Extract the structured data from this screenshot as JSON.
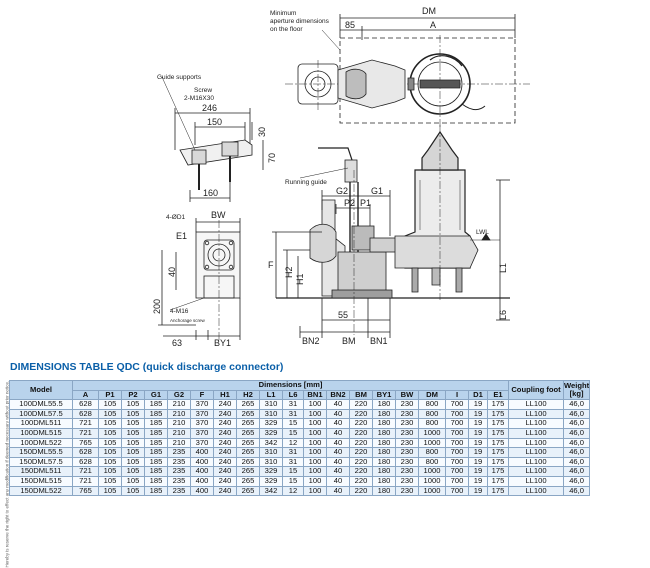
{
  "drawing": {
    "label_dm": "DM",
    "label_a": "A",
    "label_85": "85",
    "note_aperture": [
      "Minimum",
      "aperture dimensions",
      "on the floor"
    ],
    "note_guide_supports": "Guide supports",
    "note_screw": [
      "Screw",
      "2-M16X30"
    ],
    "label_246": "246",
    "label_150": "150",
    "label_30": "30",
    "label_70": "70",
    "label_160": "160",
    "note_running_guide": "Running guide",
    "label_g2": "G2",
    "label_g1": "G1",
    "label_p2": "P2",
    "label_p1": "P1",
    "label_bw": "BW",
    "label_4d1": "4-ØD1",
    "label_e1": "E1",
    "label_f": "F",
    "label_h2": "H2",
    "label_h1": "H1",
    "label_lwl": "LWL",
    "label_l1": "L1",
    "label_l6": "L6",
    "label_40": "40",
    "label_200": "200",
    "label_4m16": "4-M16",
    "note_anchorage": "Anchorage screw",
    "label_63": "63",
    "label_by1": "BY1",
    "label_55": "55",
    "label_bn2": "BN2",
    "label_bm": "BM",
    "label_bn1": "BN1"
  },
  "side_note": "Hereby is reserve the right to effect any modification if deemed necessary without prior notice.",
  "table_title": "DIMENSIONS TABLE QDC (quick discharge connector)",
  "table": {
    "col_model": "Model",
    "group_dimensions": "Dimensions [mm]",
    "col_coupling": "Coupling foot",
    "col_weight": "Weight [kg]",
    "dim_columns": [
      "A",
      "P1",
      "P2",
      "G1",
      "G2",
      "F",
      "H1",
      "H2",
      "L1",
      "L6",
      "BN1",
      "BN2",
      "BM",
      "BY1",
      "BW",
      "DM",
      "I",
      "D1",
      "E1"
    ],
    "rows": [
      [
        "100DML55.5",
        "628",
        "105",
        "105",
        "185",
        "210",
        "370",
        "240",
        "265",
        "310",
        "31",
        "100",
        "40",
        "220",
        "180",
        "230",
        "800",
        "700",
        "19",
        "175",
        "LL100",
        "46,0"
      ],
      [
        "100DML57.5",
        "628",
        "105",
        "105",
        "185",
        "210",
        "370",
        "240",
        "265",
        "310",
        "31",
        "100",
        "40",
        "220",
        "180",
        "230",
        "800",
        "700",
        "19",
        "175",
        "LL100",
        "46,0"
      ],
      [
        "100DML511",
        "721",
        "105",
        "105",
        "185",
        "210",
        "370",
        "240",
        "265",
        "329",
        "15",
        "100",
        "40",
        "220",
        "180",
        "230",
        "800",
        "700",
        "19",
        "175",
        "LL100",
        "46,0"
      ],
      [
        "100DML515",
        "721",
        "105",
        "105",
        "185",
        "210",
        "370",
        "240",
        "265",
        "329",
        "15",
        "100",
        "40",
        "220",
        "180",
        "230",
        "1000",
        "700",
        "19",
        "175",
        "LL100",
        "46,0"
      ],
      [
        "100DML522",
        "765",
        "105",
        "105",
        "185",
        "210",
        "370",
        "240",
        "265",
        "342",
        "12",
        "100",
        "40",
        "220",
        "180",
        "230",
        "1000",
        "700",
        "19",
        "175",
        "LL100",
        "46,0"
      ],
      [
        "150DML55.5",
        "628",
        "105",
        "105",
        "185",
        "235",
        "400",
        "240",
        "265",
        "310",
        "31",
        "100",
        "40",
        "220",
        "180",
        "230",
        "800",
        "700",
        "19",
        "175",
        "LL100",
        "46,0"
      ],
      [
        "150DML57.5",
        "628",
        "105",
        "105",
        "185",
        "235",
        "400",
        "240",
        "265",
        "310",
        "31",
        "100",
        "40",
        "220",
        "180",
        "230",
        "800",
        "700",
        "19",
        "175",
        "LL100",
        "46,0"
      ],
      [
        "150DML511",
        "721",
        "105",
        "105",
        "185",
        "235",
        "400",
        "240",
        "265",
        "329",
        "15",
        "100",
        "40",
        "220",
        "180",
        "230",
        "1000",
        "700",
        "19",
        "175",
        "LL100",
        "46,0"
      ],
      [
        "150DML515",
        "721",
        "105",
        "105",
        "185",
        "235",
        "400",
        "240",
        "265",
        "329",
        "15",
        "100",
        "40",
        "220",
        "180",
        "230",
        "1000",
        "700",
        "19",
        "175",
        "LL100",
        "46,0"
      ],
      [
        "150DML522",
        "765",
        "105",
        "105",
        "185",
        "235",
        "400",
        "240",
        "265",
        "342",
        "12",
        "100",
        "40",
        "220",
        "180",
        "230",
        "1000",
        "700",
        "19",
        "175",
        "LL100",
        "46,0"
      ]
    ]
  }
}
